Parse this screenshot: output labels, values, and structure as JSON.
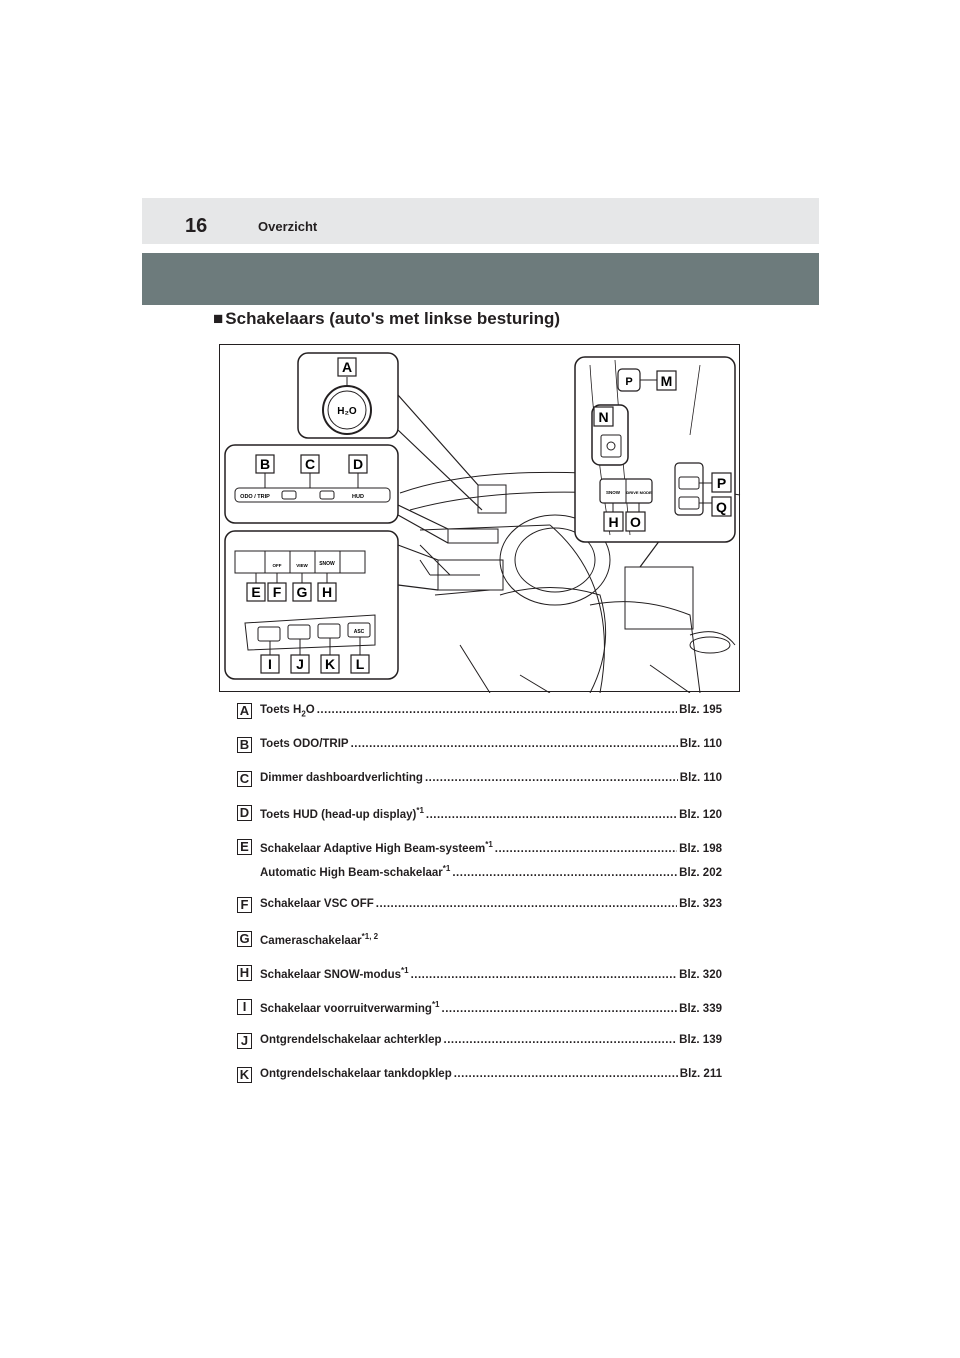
{
  "header": {
    "page_number": "16",
    "section_title": "Overzicht"
  },
  "subsection": {
    "marker": "■",
    "title": "Schakelaars (auto's met linkse besturing)"
  },
  "illustration": {
    "callouts": [
      "A",
      "B",
      "C",
      "D",
      "E",
      "F",
      "G",
      "H",
      "I",
      "J",
      "K",
      "L",
      "M",
      "N",
      "O",
      "P",
      "Q"
    ],
    "button_labels": {
      "h2o": "H₂O",
      "odo_trip": "ODO / TRIP",
      "hud": "HUD",
      "snow_panel": "SNOW",
      "view": "VIEW",
      "off": "OFF",
      "asc": "ASC",
      "snow_console": "SNOW",
      "drive_mode": "DRIVE MODE",
      "p": "P"
    }
  },
  "legend": [
    {
      "letter": "A",
      "text": "Toets H",
      "sub": "2",
      "text_after": "O",
      "sup": "",
      "page": "Blz. 195"
    },
    {
      "letter": "B",
      "text": "Toets ODO/TRIP",
      "sub": "",
      "text_after": "",
      "sup": "",
      "page": "Blz. 110"
    },
    {
      "letter": "C",
      "text": "Dimmer dashboardverlichting",
      "sub": "",
      "text_after": "",
      "sup": "",
      "page": "Blz. 110"
    },
    {
      "letter": "D",
      "text": "Toets HUD (head-up display)",
      "sub": "",
      "text_after": "",
      "sup": "*1",
      "page": "Blz. 120"
    },
    {
      "letter": "E",
      "text": "Schakelaar Adaptive High Beam-systeem",
      "sub": "",
      "text_after": "",
      "sup": "*1",
      "page": "Blz. 198"
    },
    {
      "letter": "",
      "text": "Automatic High Beam-schakelaar",
      "sub": "",
      "text_after": "",
      "sup": "*1",
      "page": "Blz. 202"
    },
    {
      "letter": "F",
      "text": "Schakelaar VSC OFF",
      "sub": "",
      "text_after": "",
      "sup": "",
      "page": "Blz. 323"
    },
    {
      "letter": "G",
      "text": "Cameraschakelaar",
      "sub": "",
      "text_after": "",
      "sup": "*1, 2",
      "page": ""
    },
    {
      "letter": "H",
      "text": "Schakelaar SNOW-modus",
      "sub": "",
      "text_after": "",
      "sup": "*1",
      "page": "Blz. 320"
    },
    {
      "letter": "I",
      "text": "Schakelaar voorruitverwarming",
      "sub": "",
      "text_after": "",
      "sup": "*1",
      "page": "Blz. 339"
    },
    {
      "letter": "J",
      "text": "Ontgrendelschakelaar achterklep",
      "sub": "",
      "text_after": "",
      "sup": "",
      "page": "Blz. 139"
    },
    {
      "letter": "K",
      "text": "Ontgrendelschakelaar tankdopklep",
      "sub": "",
      "text_after": "",
      "sup": "",
      "page": "Blz. 211"
    }
  ]
}
